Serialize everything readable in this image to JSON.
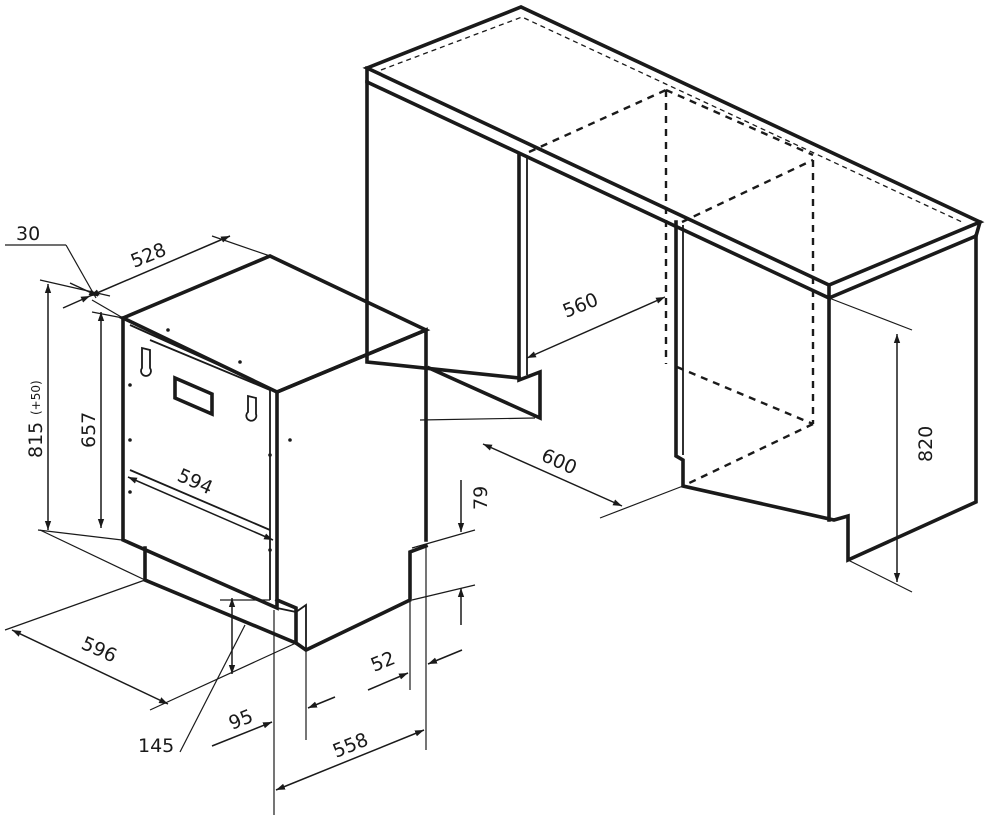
{
  "dimensions": {
    "top_offset": "30",
    "top_depth": "528",
    "total_height": "815",
    "total_height_adjust": "(+50)",
    "body_height": "657",
    "inner_width": "594",
    "overall_width": "596",
    "plinth_height": "79",
    "plinth_offset": "52",
    "door_inset": "95",
    "base_depth": "558",
    "base_height": "145",
    "niche_depth": "560",
    "niche_width": "600",
    "niche_height": "820"
  }
}
